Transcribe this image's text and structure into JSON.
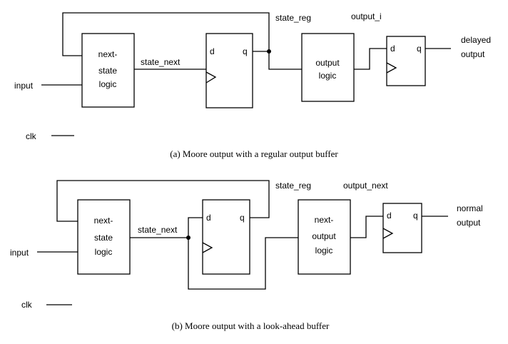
{
  "diagram_a": {
    "caption": "(a)  Moore output with a regular output buffer",
    "next_state_logic": [
      "next-",
      "state",
      "logic"
    ],
    "flipflop1": {
      "d": "d",
      "q": "q"
    },
    "output_logic": [
      "output",
      "logic"
    ],
    "flipflop2": {
      "d": "d",
      "q": "q"
    },
    "state_next_label": "state_next",
    "state_reg_label": "state_reg",
    "output_i_label": "output_i",
    "output_label": [
      "delayed",
      "output"
    ],
    "input_label": "input",
    "clk_label": "clk"
  },
  "diagram_b": {
    "caption": "(b)  Moore output with a look-ahead buffer",
    "next_state_logic": [
      "next-",
      "state",
      "logic"
    ],
    "flipflop1": {
      "d": "d",
      "q": "q"
    },
    "output_logic": [
      "next-",
      "output",
      "logic"
    ],
    "flipflop2": {
      "d": "d",
      "q": "q"
    },
    "state_next_label": "state_next",
    "state_reg_label": "state_reg",
    "output_next_label": "output_next",
    "output_label": [
      "normal",
      "output"
    ],
    "input_label": "input",
    "clk_label": "clk"
  }
}
